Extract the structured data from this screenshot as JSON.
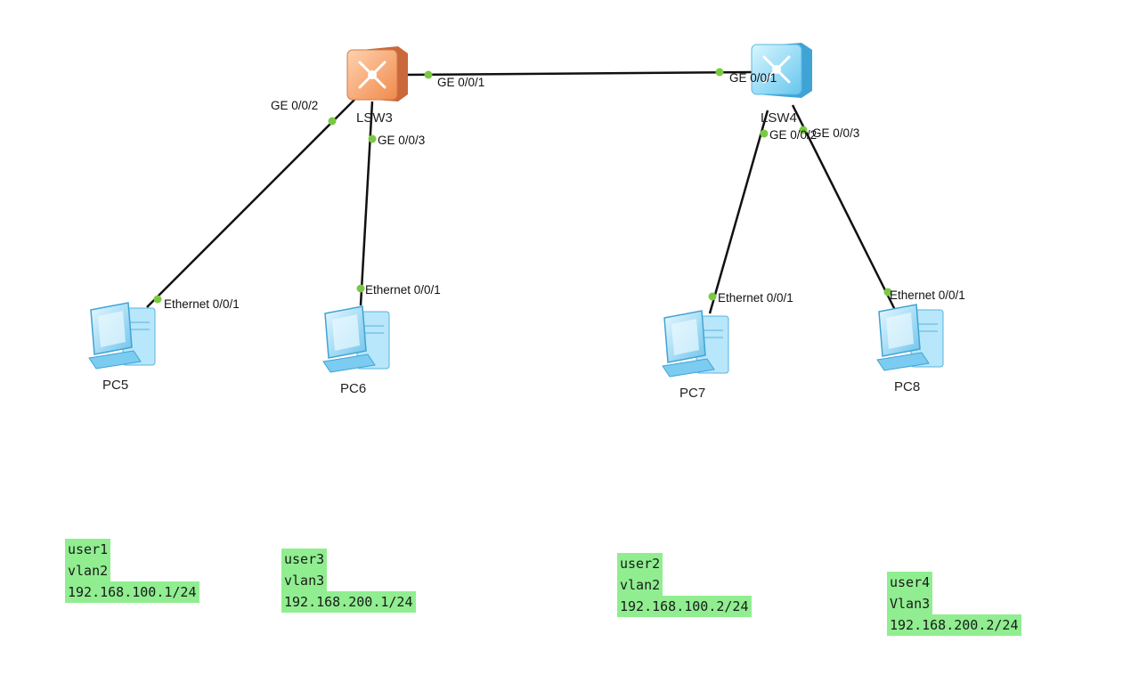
{
  "colors": {
    "link": "#111111",
    "port_dot": "#7ac943",
    "note_bg": "#90ee90",
    "core_switch": "#f4a460",
    "access_switch": "#7fd4f5",
    "pc": "#8fd3f5"
  },
  "devices": [
    {
      "id": "lsw3",
      "label": "LSW3",
      "icon": "switch-icon"
    },
    {
      "id": "lsw4",
      "label": "LSW4",
      "icon": "switch-icon"
    },
    {
      "id": "pc5",
      "label": "PC5",
      "icon": "pc-icon"
    },
    {
      "id": "pc6",
      "label": "PC6",
      "icon": "pc-icon"
    },
    {
      "id": "pc7",
      "label": "PC7",
      "icon": "pc-icon"
    },
    {
      "id": "pc8",
      "label": "PC8",
      "icon": "pc-icon"
    }
  ],
  "links": [
    {
      "from": "lsw3",
      "to": "lsw4",
      "from_port": "GE 0/0/1",
      "to_port": "GE 0/0/1"
    },
    {
      "from": "lsw3",
      "to": "pc5",
      "from_port": "GE 0/0/2",
      "to_port": "Ethernet 0/0/1"
    },
    {
      "from": "lsw3",
      "to": "pc6",
      "from_port": "GE 0/0/3",
      "to_port": "Ethernet 0/0/1"
    },
    {
      "from": "lsw4",
      "to": "pc7",
      "from_port": "GE 0/0/2",
      "to_port": "Ethernet 0/0/1"
    },
    {
      "from": "lsw4",
      "to": "pc8",
      "from_port": "GE 0/0/3",
      "to_port": "Ethernet 0/0/1"
    }
  ],
  "notes": [
    {
      "id": "user1",
      "lines": [
        "user1",
        "vlan2",
        "192.168.100.1/24"
      ]
    },
    {
      "id": "user3",
      "lines": [
        "user3",
        "vlan3",
        "192.168.200.1/24"
      ]
    },
    {
      "id": "user2",
      "lines": [
        "user2",
        "vlan2",
        "192.168.100.2/24"
      ]
    },
    {
      "id": "user4",
      "lines": [
        "user4",
        "Vlan3",
        "192.168.200.2/24"
      ]
    }
  ]
}
